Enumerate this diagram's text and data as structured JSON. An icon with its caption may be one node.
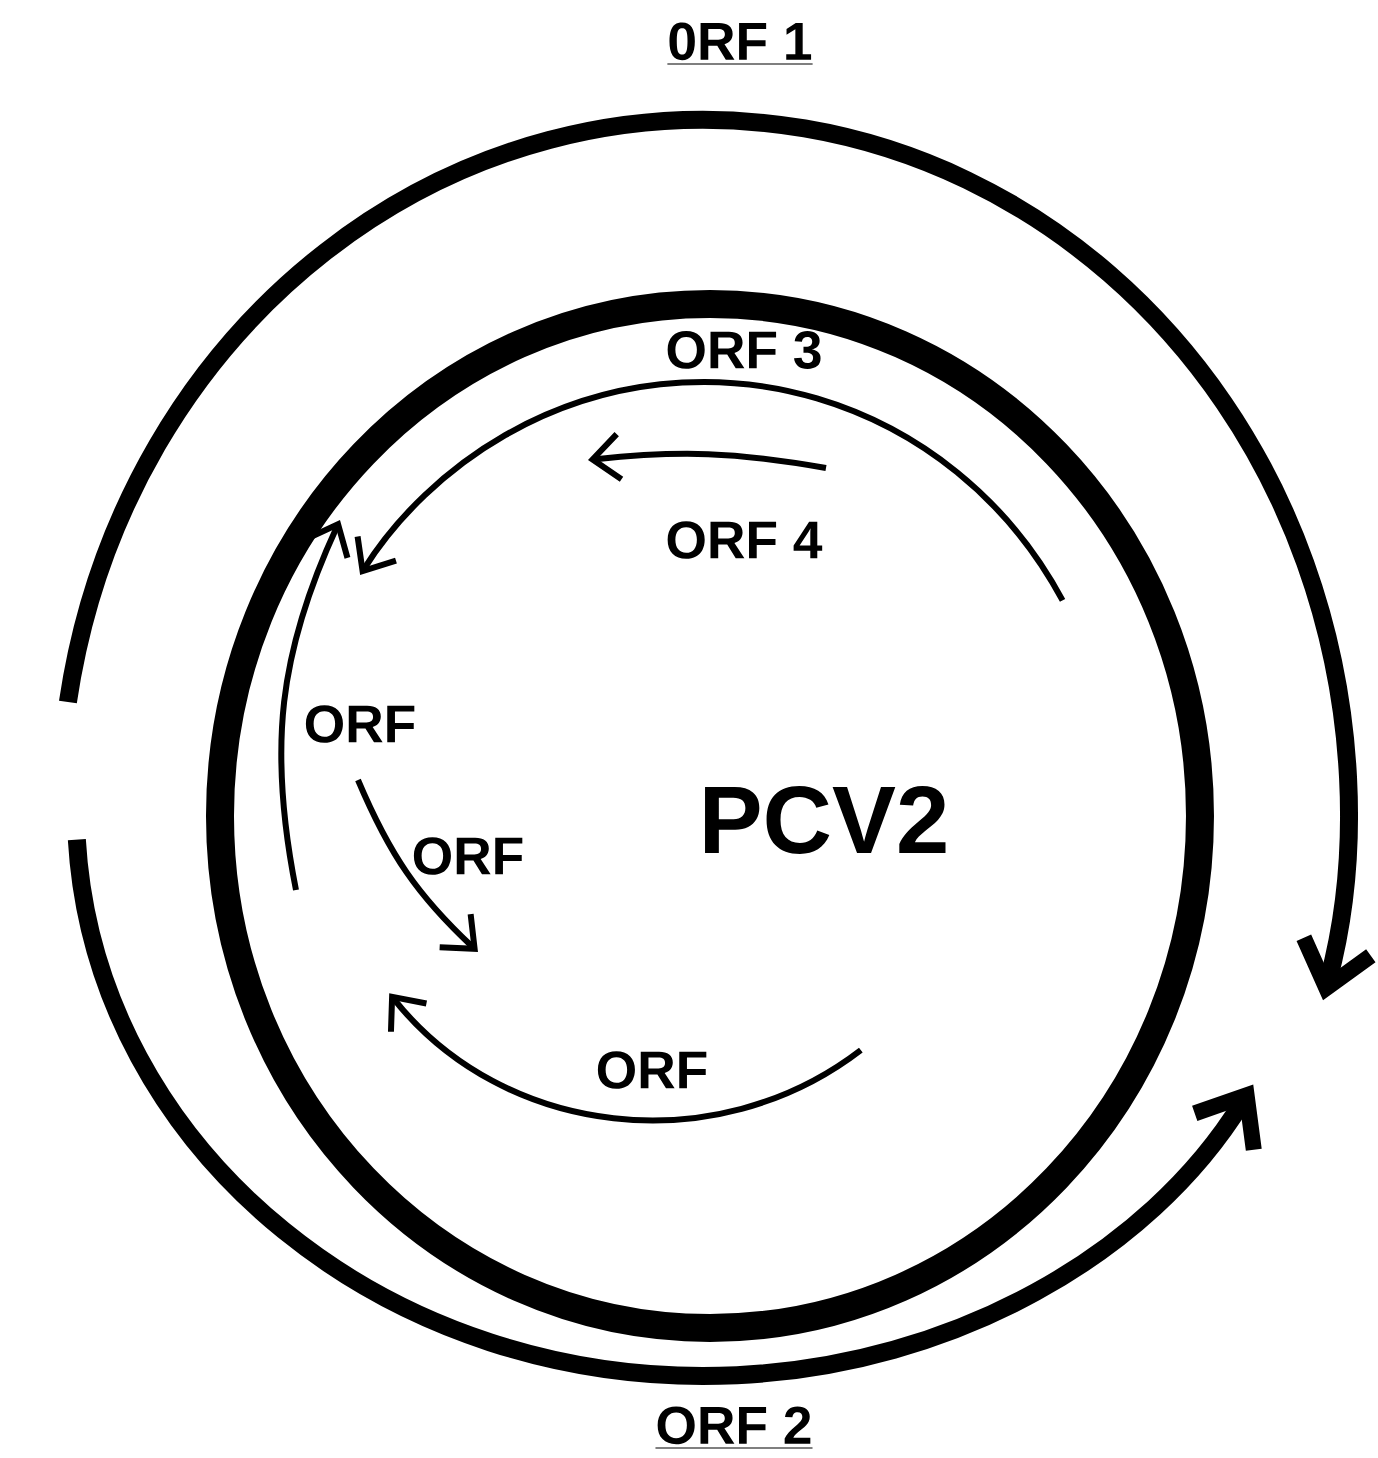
{
  "diagram": {
    "nodes": [
      {
        "text": [
          "PCV2"
        ]
      }
    ],
    "labels": [
      "0RF 1",
      "ORF 3",
      "ORF 4",
      "ORF",
      "ORF",
      "ORF",
      "ORF 2"
    ]
  }
}
